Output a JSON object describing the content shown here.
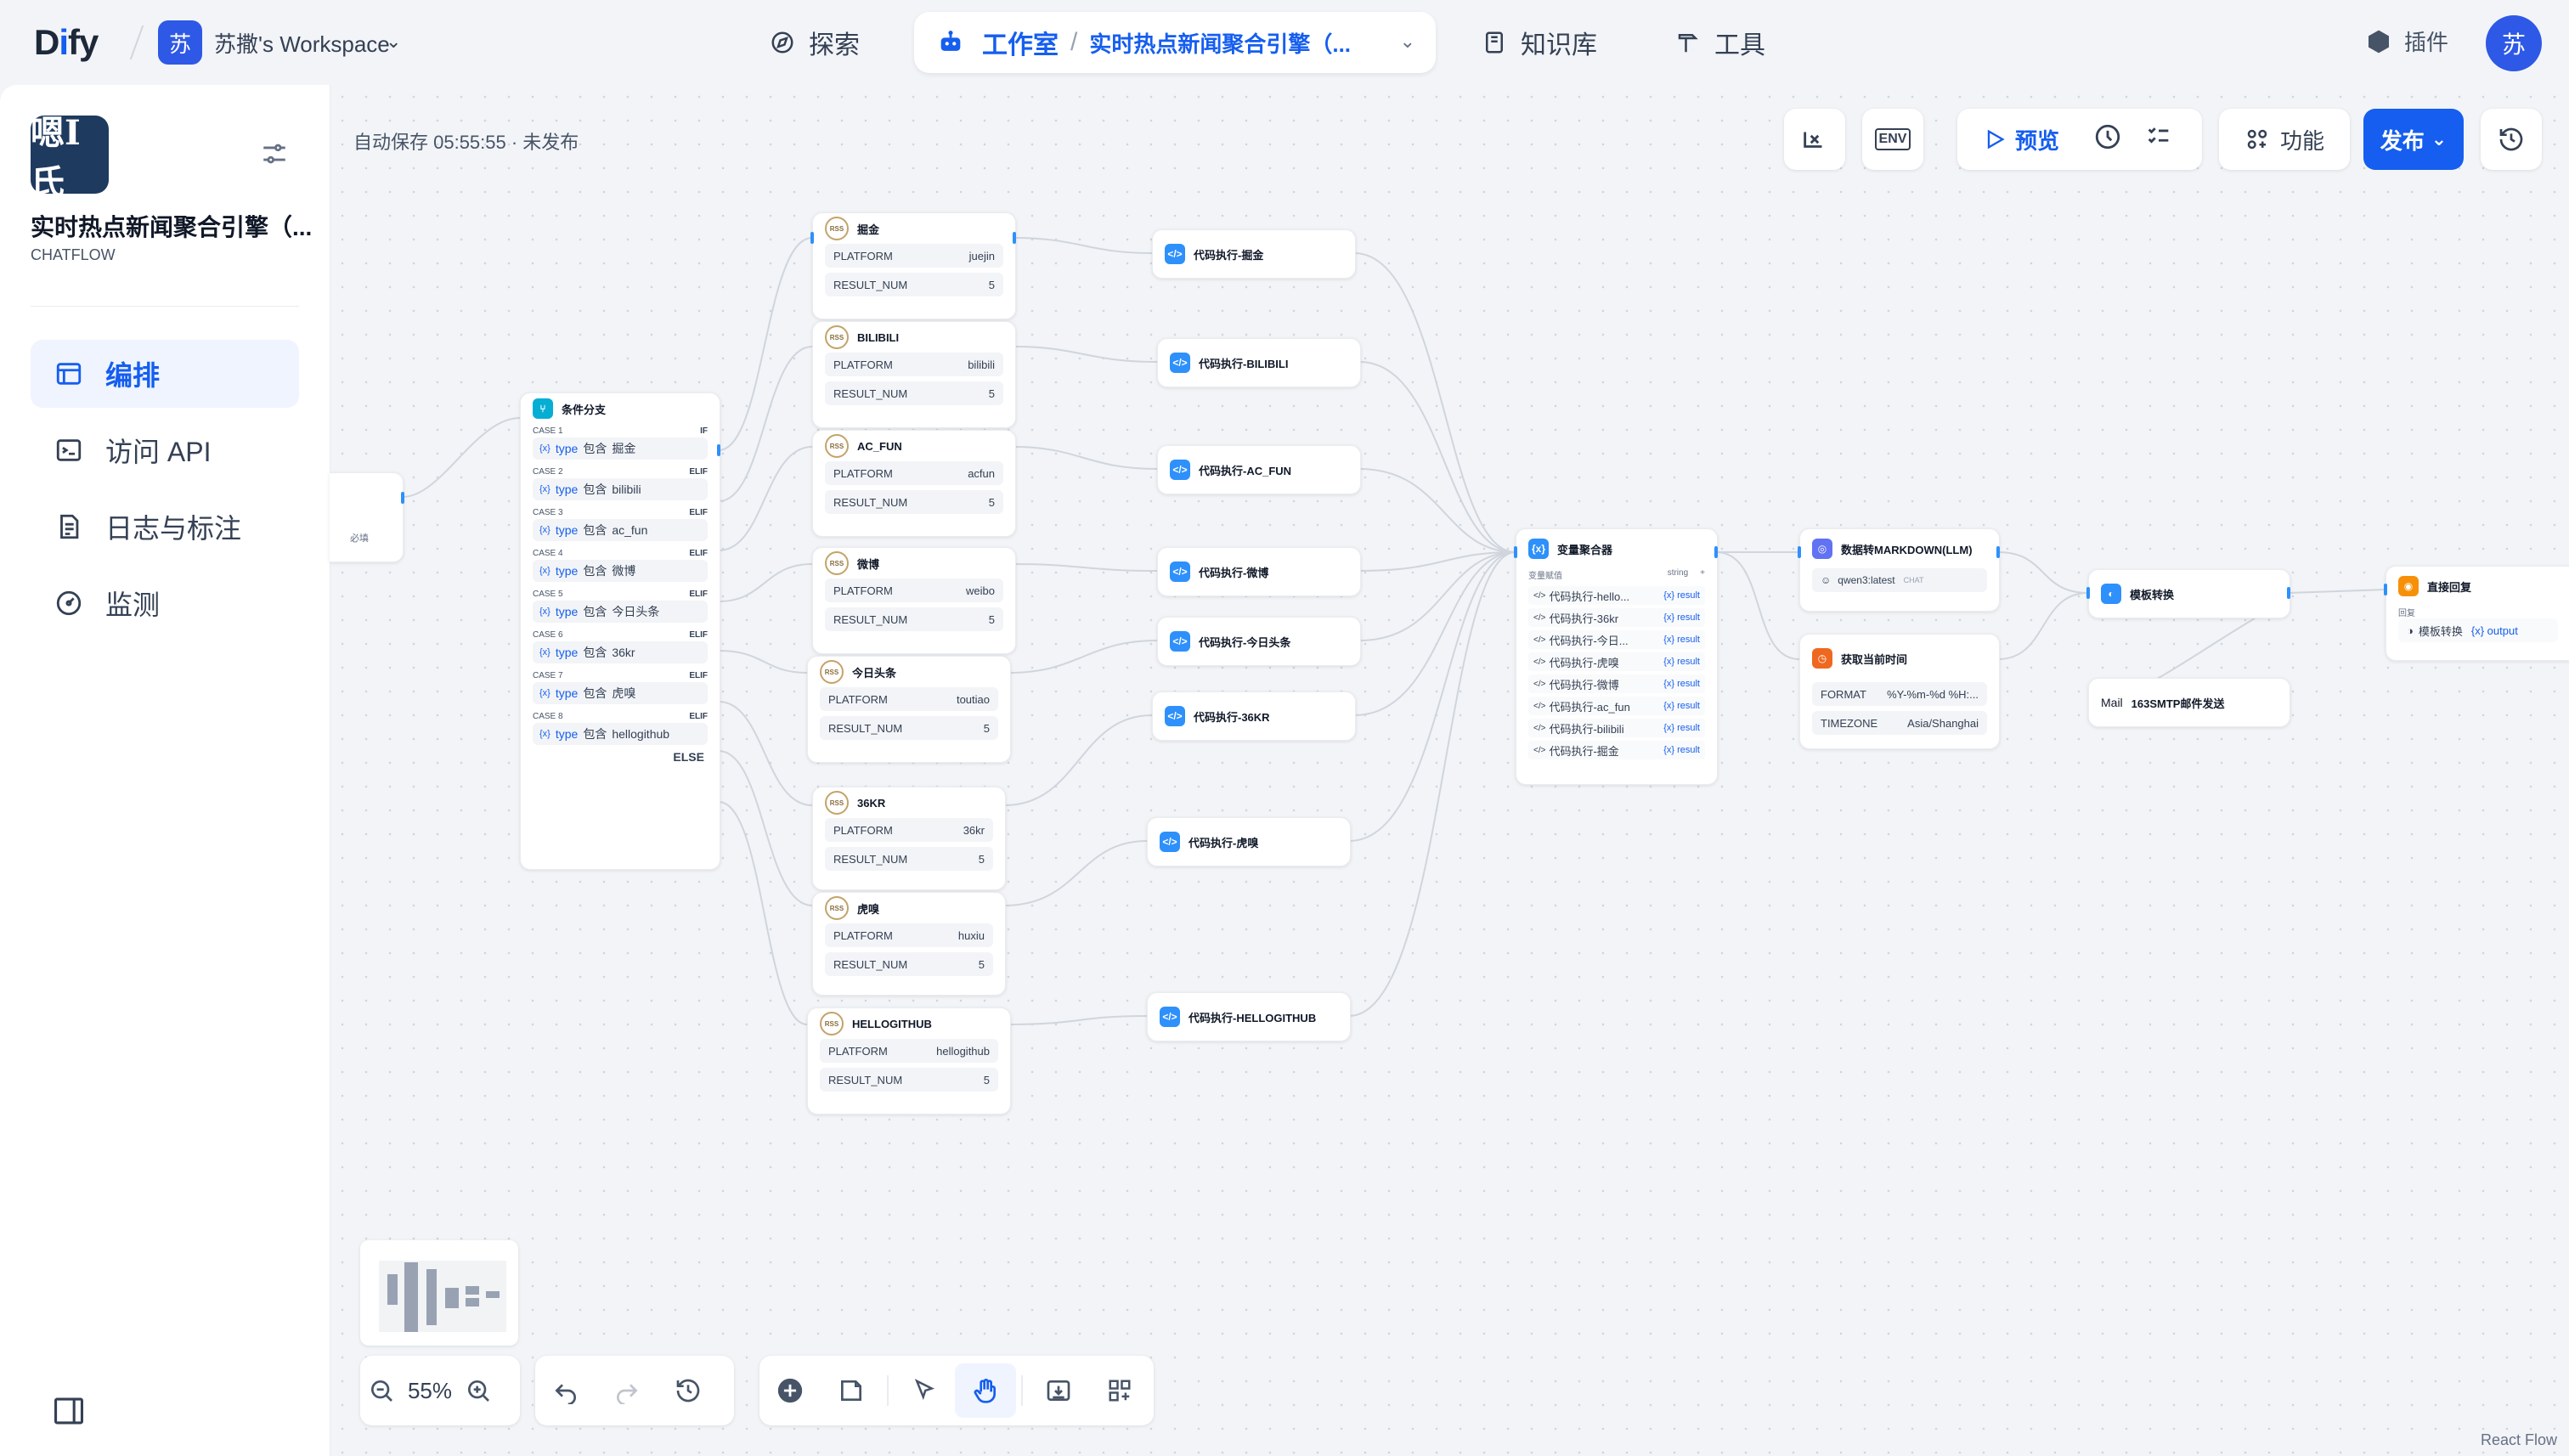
{
  "header": {
    "logo_d": "D",
    "logo_i": "i",
    "logo_fy": "fy",
    "workspace_avatar": "苏",
    "workspace_name": "苏撒's Workspace",
    "nav_explore": "探索",
    "nav_studio": "工作室",
    "app_name": "实时热点新闻聚合引擎（...",
    "nav_knowledge": "知识库",
    "nav_tools": "工具",
    "plugins": "插件",
    "user_avatar": "苏"
  },
  "sidebar": {
    "app_icon_text": "嗯I氏",
    "app_title": "实时热点新闻聚合引擎（...",
    "app_type": "CHATFLOW",
    "items": [
      {
        "label": "编排",
        "active": true
      },
      {
        "label": "访问 API",
        "active": false
      },
      {
        "label": "日志与标注",
        "active": false
      },
      {
        "label": "监测",
        "active": false
      }
    ]
  },
  "toolbar": {
    "autosave": "自动保存 05:55:55 · 未发布",
    "env_label": "ENV",
    "preview": "预览",
    "features": "功能",
    "publish": "发布"
  },
  "nodes": {
    "start_hint": "必填",
    "if_else": {
      "title": "条件分支",
      "cases": [
        {
          "case": "CASE 1",
          "kw": "IF",
          "var": "{x}",
          "field": "type",
          "op": "包含",
          "value": "掘金"
        },
        {
          "case": "CASE 2",
          "kw": "ELIF",
          "var": "{x}",
          "field": "type",
          "op": "包含",
          "value": "bilibili"
        },
        {
          "case": "CASE 3",
          "kw": "ELIF",
          "var": "{x}",
          "field": "type",
          "op": "包含",
          "value": "ac_fun"
        },
        {
          "case": "CASE 4",
          "kw": "ELIF",
          "var": "{x}",
          "field": "type",
          "op": "包含",
          "value": "微博"
        },
        {
          "case": "CASE 5",
          "kw": "ELIF",
          "var": "{x}",
          "field": "type",
          "op": "包含",
          "value": "今日头条"
        },
        {
          "case": "CASE 6",
          "kw": "ELIF",
          "var": "{x}",
          "field": "type",
          "op": "包含",
          "value": "36kr"
        },
        {
          "case": "CASE 7",
          "kw": "ELIF",
          "var": "{x}",
          "field": "type",
          "op": "包含",
          "value": "虎嗅"
        },
        {
          "case": "CASE 8",
          "kw": "ELIF",
          "var": "{x}",
          "field": "type",
          "op": "包含",
          "value": "hellogithub"
        }
      ],
      "else": "ELSE"
    },
    "rss_icon": "RSS",
    "platform_label": "PLATFORM",
    "result_num_label": "RESULT_NUM",
    "rss": [
      {
        "title": "掘金",
        "platform": "juejin",
        "num": "5"
      },
      {
        "title": "BILIBILI",
        "platform": "bilibili",
        "num": "5"
      },
      {
        "title": "AC_FUN",
        "platform": "acfun",
        "num": "5"
      },
      {
        "title": "微博",
        "platform": "weibo",
        "num": "5"
      },
      {
        "title": "今日头条",
        "platform": "toutiao",
        "num": "5"
      },
      {
        "title": "36KR",
        "platform": "36kr",
        "num": "5"
      },
      {
        "title": "虎嗅",
        "platform": "huxiu",
        "num": "5"
      },
      {
        "title": "HELLOGITHUB",
        "platform": "hellogithub",
        "num": "5"
      }
    ],
    "code": [
      {
        "title": "代码执行-掘金"
      },
      {
        "title": "代码执行-BILIBILI"
      },
      {
        "title": "代码执行-AC_FUN"
      },
      {
        "title": "代码执行-微博"
      },
      {
        "title": "代码执行-今日头条"
      },
      {
        "title": "代码执行-36KR"
      },
      {
        "title": "代码执行-虎嗅"
      },
      {
        "title": "代码执行-HELLOGITHUB"
      }
    ],
    "aggregator": {
      "title": "变量聚合器",
      "sub_label": "变量赋值",
      "sub_type": "string",
      "plus": "+",
      "result_tag": "{x} result",
      "rows": [
        "代码执行-hello...",
        "代码执行-36kr",
        "代码执行-今日...",
        "代码执行-虎嗅",
        "代码执行-微博",
        "代码执行-ac_fun",
        "代码执行-bilibili",
        "代码执行-掘金"
      ]
    },
    "llm": {
      "title": "数据转MARKDOWN(LLM)",
      "model": "qwen3:latest",
      "mode": "CHAT"
    },
    "time": {
      "title": "获取当前时间",
      "format_label": "FORMAT",
      "format": "%Y-%m-%d %H:...",
      "tz_label": "TIMEZONE",
      "tz": "Asia/Shanghai"
    },
    "template": {
      "title": "模板转换"
    },
    "mail": {
      "icon": "Mail",
      "title": "163SMTP邮件发送"
    },
    "answer": {
      "title": "直接回复",
      "sub": "回复",
      "var": "模板转换",
      "out": "{x} output"
    }
  },
  "controls": {
    "zoom": "55%"
  },
  "footer": {
    "react_flow": "React Flow"
  },
  "colors": {
    "accent": "#155eef",
    "edge": "#d0d5dd"
  }
}
